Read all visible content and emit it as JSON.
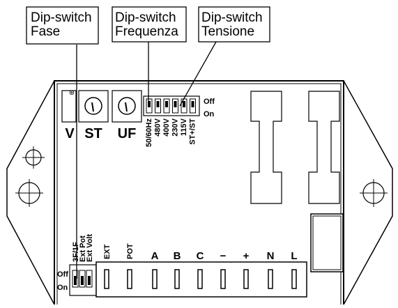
{
  "callouts": [
    {
      "line1": "Dip-switch",
      "line2": "Fase"
    },
    {
      "line1": "Dip-switch",
      "line2": "Frequenza"
    },
    {
      "line1": "Dip-switch",
      "line2": "Tensione"
    }
  ],
  "trimmers": {
    "v_label": "V",
    "st_label": "ST",
    "uf_label": "UF",
    "ground_symbol": "⊕"
  },
  "dip_top": {
    "off_label": "Off",
    "on_label": "On",
    "switch_labels": [
      "50/60Hz",
      "480V",
      "400V",
      "230V",
      "115V",
      "ST+/ST"
    ]
  },
  "dip_bottom": {
    "off_label": "Off",
    "on_label": "On",
    "switch_labels": [
      "3F/1F",
      "Ext Pot",
      "Ext Volt"
    ]
  },
  "terminals": {
    "labels": [
      "EXT",
      "POT",
      "A",
      "B",
      "C",
      "−",
      "+",
      "N",
      "L"
    ]
  }
}
